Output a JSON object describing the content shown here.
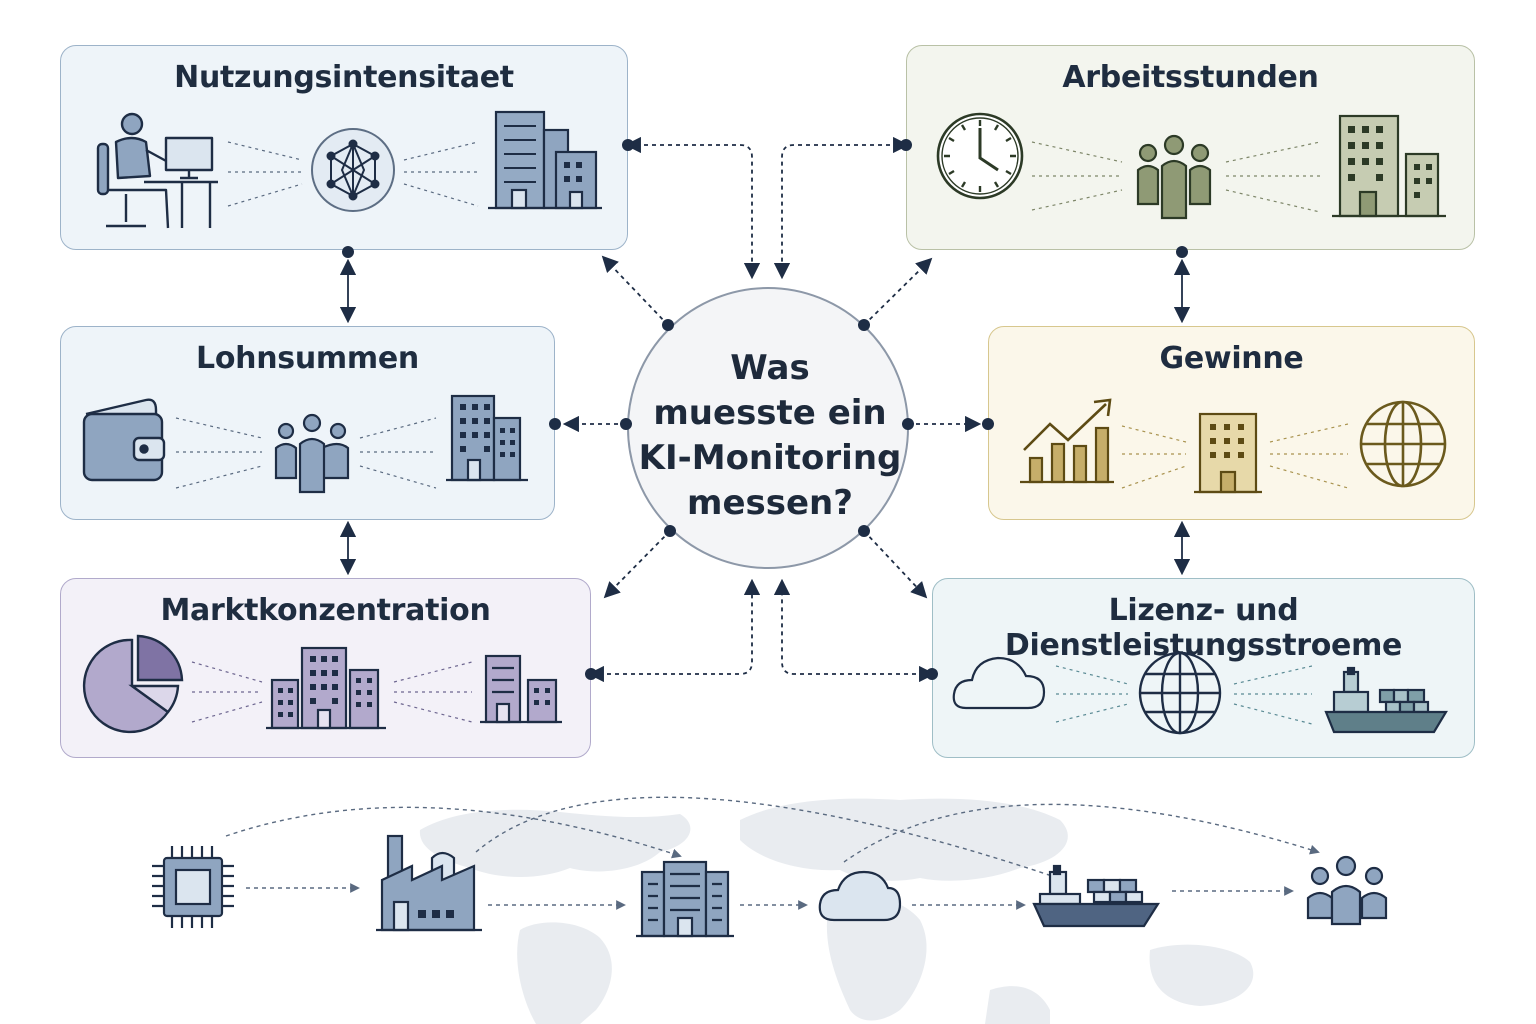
{
  "center": {
    "lines": [
      "Was",
      "muesste ein",
      "KI-Monitoring",
      "messen?"
    ]
  },
  "boxes": {
    "nutzungsintensitaet": {
      "title": "Nutzungsintensitaet",
      "icons": [
        "person-at-computer-icon",
        "neural-network-icon",
        "office-buildings-icon"
      ]
    },
    "lohnsummen": {
      "title": "Lohnsummen",
      "icons": [
        "wallet-icon",
        "people-group-icon",
        "office-buildings-icon"
      ]
    },
    "marktkonzentration": {
      "title": "Marktkonzentration",
      "icons": [
        "pie-chart-icon",
        "city-buildings-icon",
        "office-buildings-icon"
      ]
    },
    "arbeitsstunden": {
      "title": "Arbeitsstunden",
      "icons": [
        "clock-icon",
        "people-group-icon",
        "office-buildings-icon"
      ]
    },
    "gewinne": {
      "title": "Gewinne",
      "icons": [
        "growth-chart-icon",
        "office-building-icon",
        "globe-icon"
      ]
    },
    "lizenz": {
      "title": "Lizenz- und Dienstleistungsstroeme",
      "icons": [
        "cloud-icon",
        "globe-icon",
        "cargo-ship-icon"
      ]
    }
  },
  "flow": [
    "chip-icon",
    "factory-icon",
    "office-building-icon",
    "cloud-icon",
    "cargo-ship-icon",
    "people-group-icon"
  ],
  "colors": {
    "navy": "#1e2d45",
    "nutzung_bg": "#eef4f9",
    "nutzung_border": "#9db3c9",
    "lohn_bg": "#eef4f9",
    "lohn_border": "#9db3c9",
    "markt_bg": "#f3f1f8",
    "markt_border": "#b1aacb",
    "markt_fill": "#a49bbf",
    "arbeit_bg": "#f3f5ee",
    "arbeit_border": "#b9c1a6",
    "arbeit_fill": "#a8b293",
    "gewinne_bg": "#fbf7ea",
    "gewinne_border": "#d7c78e",
    "gewinne_fill": "#c3ab66",
    "lizenz_bg": "#eef5f7",
    "lizenz_border": "#9fbec6",
    "map": "#e8ebef"
  }
}
